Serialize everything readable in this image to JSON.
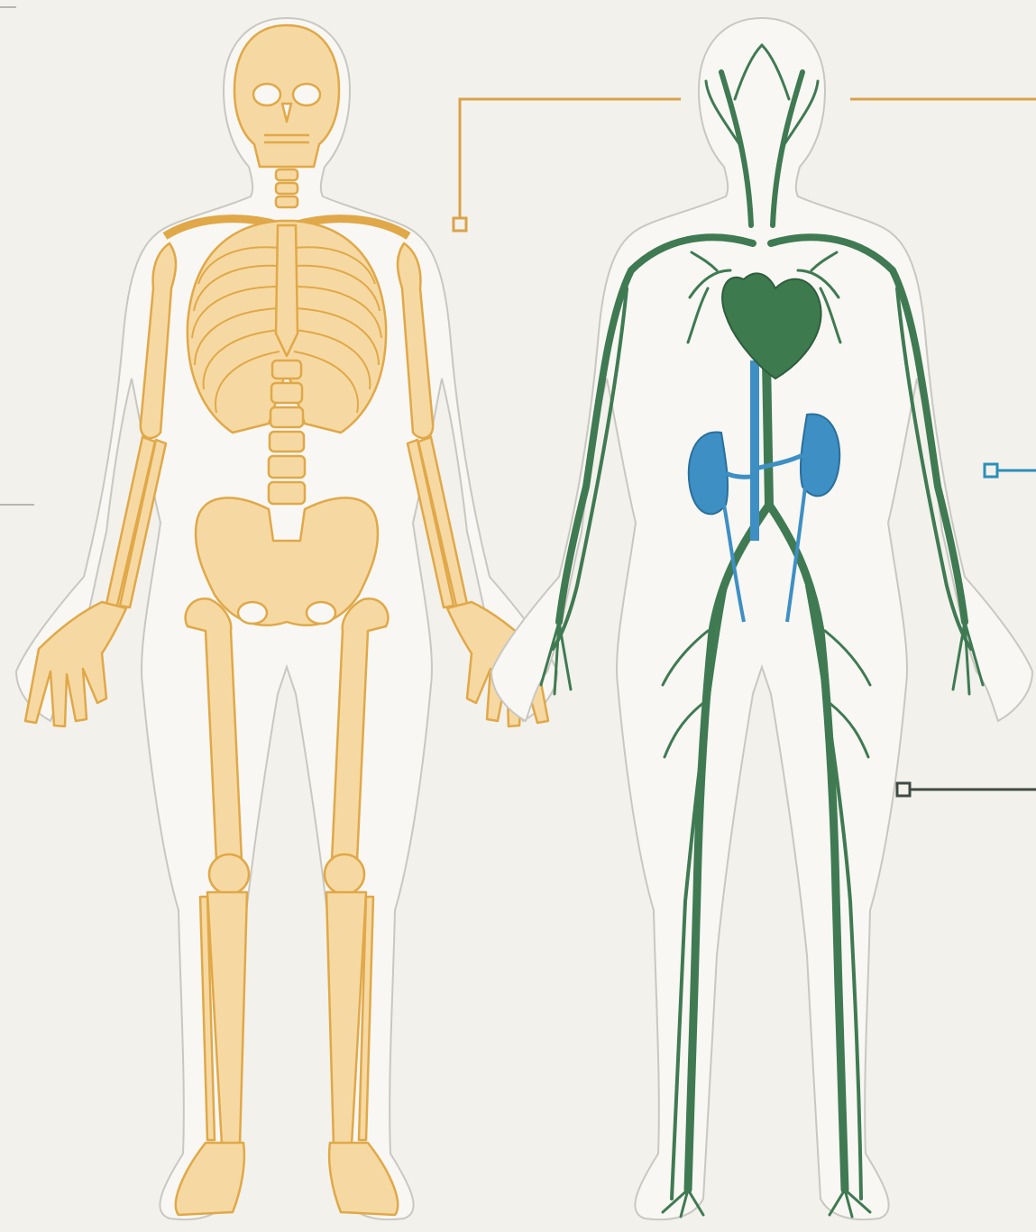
{
  "colors": {
    "background": "#f3f1ec",
    "body_outline": "#c9c7c1",
    "body_fill": "#f8f7f3",
    "bone_fill": "#f6d9a2",
    "bone_stroke": "#e0a848",
    "vessel_green": "#3f7a52",
    "heart_green": "#3d7a4e",
    "urinary_blue": "#3d8fc4",
    "callout_orange": "#d9a24a",
    "callout_teal": "#2a8fb8",
    "callout_dark": "#3e4a44"
  },
  "figures": [
    {
      "name": "skeletal-figure",
      "system": "skeletal"
    },
    {
      "name": "circulatory-figure",
      "system": "circulatory-and-urinary"
    }
  ],
  "callouts": [
    {
      "name": "skeletal-callout",
      "color_key": "callout_orange"
    },
    {
      "name": "head-callout",
      "color_key": "callout_orange"
    },
    {
      "name": "kidney-callout",
      "color_key": "callout_teal"
    },
    {
      "name": "vessel-callout",
      "color_key": "callout_dark"
    }
  ]
}
